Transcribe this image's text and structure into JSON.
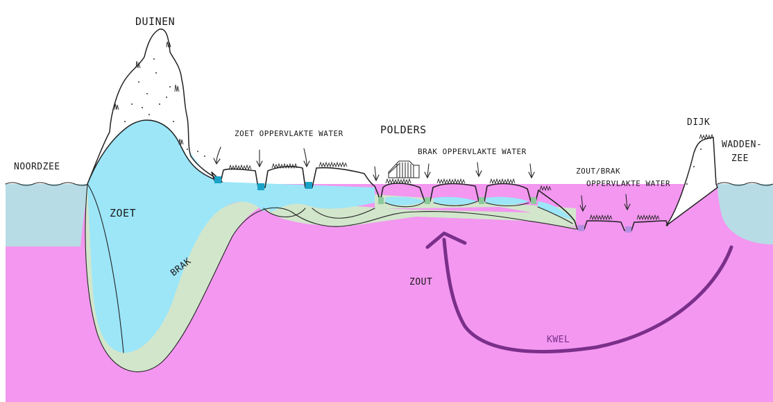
{
  "labels": {
    "duinen": "DUINEN",
    "noordzee": "NOORDZEE",
    "zoet": "ZOET",
    "brak": "BRAK",
    "zout": "ZOUT",
    "kwel": "KWEL",
    "polders": "POLDERS",
    "dijk": "DIJK",
    "waddenzee_1": "WADDEN-",
    "waddenzee_2": "ZEE",
    "zoet_oppervlakte": "ZOET OPPERVLAKTE WATER",
    "brak_oppervlakte": "BRAK OPPERVLAKTE WATER",
    "zoutbrak_1": "ZOUT/BRAK",
    "zoutbrak_2": "OPPERVLAKTE WATER"
  },
  "colors": {
    "sea": "#b7dce5",
    "zout": "#f397f0",
    "zoet": "#9ce6f8",
    "brak": "#d2e6cc",
    "dune": "#ffffff",
    "zoet_ditch": "#1aa3c7",
    "brak_ditch": "#8cc99a",
    "zoutbrak_ditch": "#b48ee0",
    "kwel_arrow": "#7a2f8a",
    "kwel_label": "#7a2f8a"
  },
  "icons": {
    "building": "barn-icon",
    "arrow": "down-arrow-icon"
  }
}
